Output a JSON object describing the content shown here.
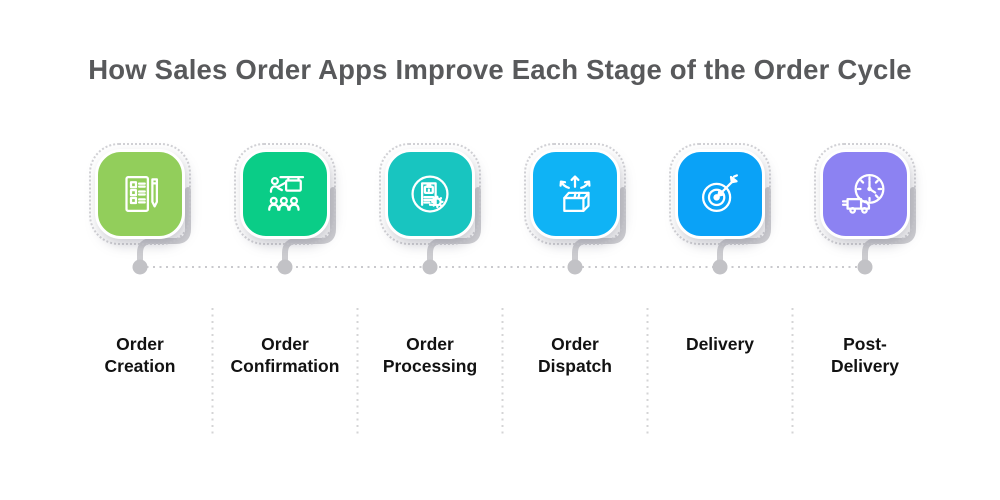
{
  "title": "How Sales Order Apps Improve Each Stage of the Order Cycle",
  "theme": {
    "background": "#ffffff",
    "title_color": "#58595B",
    "label_color": "#121212",
    "connector_color": "#cdcdd1",
    "timeline_dot_color": "#c2c2c6",
    "dotted_line_color": "#c9c9cd",
    "divider_color": "#d4d4d6"
  },
  "stages": [
    {
      "label": "Order\nCreation",
      "color": "#92CE5B",
      "icon": "checklist-pencil-icon"
    },
    {
      "label": "Order\nConfirmation",
      "color": "#0ACD87",
      "icon": "presentation-team-icon"
    },
    {
      "label": "Order\nProcessing",
      "color": "#18C5C0",
      "icon": "document-gear-icon"
    },
    {
      "label": "Order\nDispatch",
      "color": "#0FB3F5",
      "icon": "box-dispatch-arrows-icon"
    },
    {
      "label": "Delivery",
      "color": "#0AA2F7",
      "icon": "target-dart-icon"
    },
    {
      "label": "Post-\nDelivery",
      "color": "#8C82F2",
      "icon": "truck-clock-icon"
    }
  ]
}
